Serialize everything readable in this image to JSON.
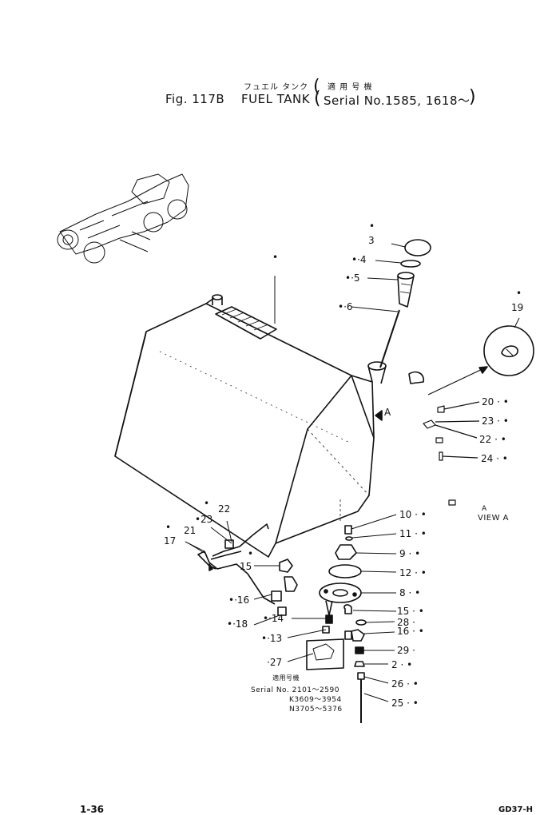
{
  "header": {
    "jp_parts": "フュエル タンク",
    "jp_applic": "適 用 号 機",
    "fig": "Fig. 117B",
    "name": "FUEL TANK",
    "serial": "Serial No.1585, 1618～"
  },
  "labels": {
    "view_a": "VIEW A",
    "arrow_a": "A",
    "view_a_small": "A"
  },
  "callouts": {
    "p3": "3",
    "p4": "4",
    "p5": "5",
    "p6": "6",
    "p19": "19",
    "p20": "20",
    "p23r": "23",
    "p22r": "22",
    "p24": "24",
    "p10": "10",
    "p11": "11",
    "p9": "9",
    "p12": "12",
    "p8": "8",
    "p15r": "15",
    "p28": "28",
    "p16r": "16",
    "p29": "29",
    "p2": "2",
    "p26": "26",
    "p25": "25",
    "p22l": "22",
    "p23l": "23",
    "p21": "21",
    "p17": "17",
    "p15l": "15",
    "p16l": "16",
    "p18": "18",
    "p14": "14",
    "p13": "13",
    "p27": "27"
  },
  "serial_note": {
    "jp": "適用号機",
    "line1": "Serial No. 2101～2590",
    "line2": "K3609～3954",
    "line3": "N3705～5376"
  },
  "footer": {
    "page": "1-36",
    "code": "GD37-H"
  }
}
